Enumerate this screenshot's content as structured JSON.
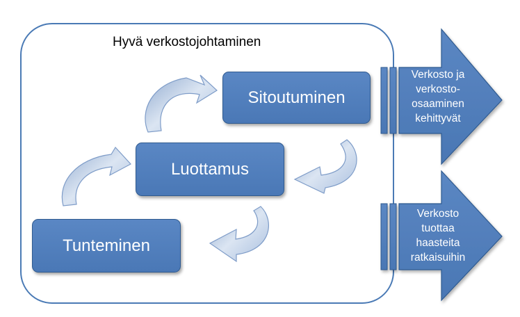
{
  "title": "Hyvä verkostojohtaminen",
  "boxes": {
    "sitoutuminen": "Sitoutuminen",
    "luottamus": "Luottamus",
    "tunteminen": "Tunteminen"
  },
  "arrows": {
    "top": "Verkosto ja verkosto-osaaminen kehittyvät",
    "top_lines": [
      "Verkosto ja",
      "verkosto-",
      "osaaminen",
      "kehittyvät"
    ],
    "bottom": "Verkosto tuottaa haasteita ratkaisuihin",
    "bottom_lines": [
      "Verkosto",
      "tuottaa",
      "haasteita",
      "ratkaisuihin"
    ]
  },
  "colors": {
    "box_fill": "#4f7fbd",
    "border": "#4a7ab5",
    "curved_arrow": "#b9cce6"
  }
}
